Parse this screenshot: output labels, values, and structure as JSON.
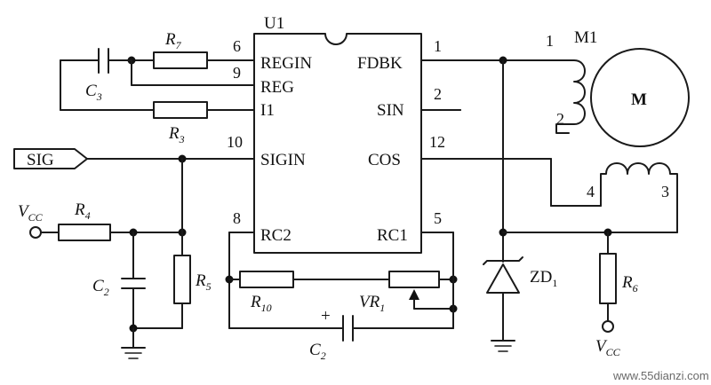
{
  "ic": {
    "name": "U1",
    "left_pins": [
      {
        "num": "6",
        "label": "REGIN"
      },
      {
        "num": "9",
        "label": "REG"
      },
      {
        "num": "",
        "label": "I1"
      },
      {
        "num": "10",
        "label": "SIGIN"
      },
      {
        "num": "8",
        "label": "RC2"
      }
    ],
    "right_pins": [
      {
        "num": "1",
        "label": "FDBK"
      },
      {
        "num": "2",
        "label": "SIN"
      },
      {
        "num": "12",
        "label": "COS"
      },
      {
        "num": "5",
        "label": "RC1"
      }
    ]
  },
  "components": {
    "R7": {
      "main": "R",
      "sub": "7"
    },
    "R3": {
      "main": "R",
      "sub": "3"
    },
    "R4": {
      "main": "R",
      "sub": "4"
    },
    "R5": {
      "main": "R",
      "sub": "5"
    },
    "R6": {
      "main": "R",
      "sub": "6"
    },
    "R10": {
      "main": "R",
      "sub": "10"
    },
    "C3": {
      "main": "C",
      "sub": "3"
    },
    "C2a": {
      "main": "C",
      "sub": "2"
    },
    "C2b": {
      "main": "C",
      "sub": "2"
    },
    "VR1": {
      "main": "VR",
      "sub": "1"
    },
    "ZD1": {
      "main": "ZD",
      "sub": "1"
    },
    "VCC1": {
      "main": "V",
      "sub": "CC"
    },
    "VCC2": {
      "main": "V",
      "sub": "CC"
    },
    "plus": "+"
  },
  "signal": {
    "label": "SIG"
  },
  "motor": {
    "name": "M1",
    "symbol": "M",
    "terminals": [
      "1",
      "2",
      "3",
      "4"
    ]
  },
  "watermark": "www.55dianzi.com"
}
